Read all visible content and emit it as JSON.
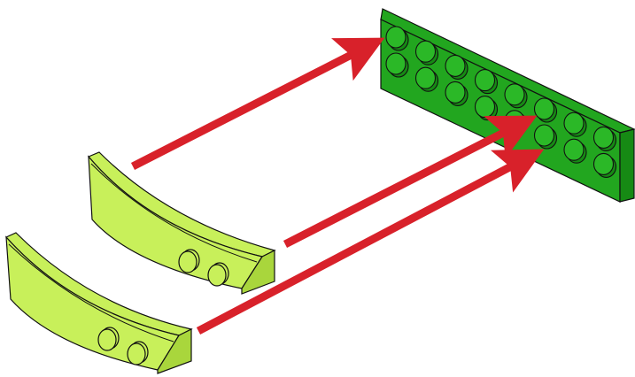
{
  "colors": {
    "background": "#ffffff",
    "plate_top": "#22a61f",
    "plate_side": "#168a14",
    "plate_stud": "#2bb827",
    "piece_top": "#c8f05a",
    "piece_side": "#a9d63c",
    "outline": "#111111",
    "arrow": "#d8212a"
  },
  "parts": [
    {
      "name": "green-plate",
      "description_icon": "plate-2x8-icon"
    },
    {
      "name": "curved-slope-upper",
      "description_icon": "curved-slope-icon"
    },
    {
      "name": "curved-slope-lower",
      "description_icon": "curved-slope-icon"
    }
  ],
  "arrows": [
    {
      "name": "arrow-upper-to-plate"
    },
    {
      "name": "arrow-middle-to-plate"
    },
    {
      "name": "arrow-lower-to-plate"
    }
  ]
}
